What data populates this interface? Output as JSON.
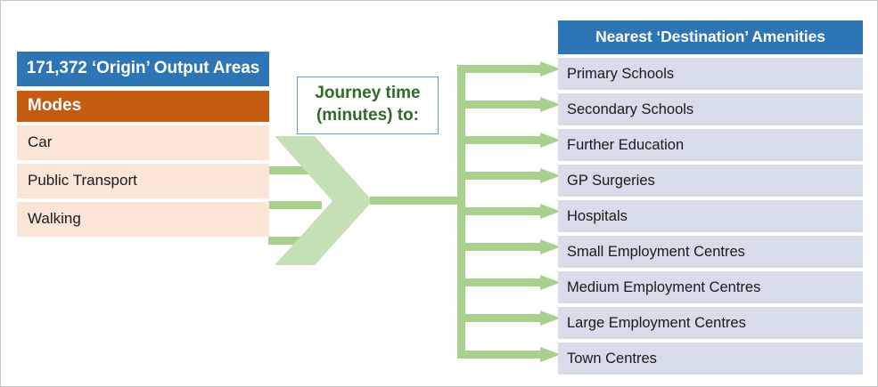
{
  "diagram": {
    "title": "Journey time to nearest destination amenities by mode",
    "colors": {
      "header_blue": "#2E75B6",
      "modes_orange": "#C55A11",
      "mode_row_peach": "#FBE5D6",
      "amenity_row_blue": "#D6DCE9",
      "arrow_green": "#A9D18E",
      "chevron_green": "#C5E0B4",
      "journey_text_green": "#2E6B29",
      "journey_border_blue": "#5B9BD5"
    }
  },
  "origin": {
    "title": "171,372 ‘Origin’ Output Areas",
    "modes_header": "Modes",
    "modes": [
      {
        "label": "Car"
      },
      {
        "label": "Public Transport"
      },
      {
        "label": "Walking"
      }
    ]
  },
  "journey": {
    "label": "Journey time (minutes) to:",
    "line1": "Journey time",
    "line2": "(minutes) to:"
  },
  "destination": {
    "title": "Nearest ‘Destination’ Amenities",
    "amenities": [
      {
        "label": "Primary Schools"
      },
      {
        "label": "Secondary Schools"
      },
      {
        "label": "Further Education"
      },
      {
        "label": "GP Surgeries"
      },
      {
        "label": "Hospitals"
      },
      {
        "label": "Small Employment Centres"
      },
      {
        "label": "Medium Employment Centres"
      },
      {
        "label": "Large Employment Centres"
      },
      {
        "label": "Town Centres"
      }
    ]
  },
  "connectors": {
    "merge_chevron_name": "merge-chevron",
    "trunk_name": "trunk-line",
    "mode_stub_name": "mode-connector",
    "amenity_arrow_name": "amenity-arrow"
  }
}
